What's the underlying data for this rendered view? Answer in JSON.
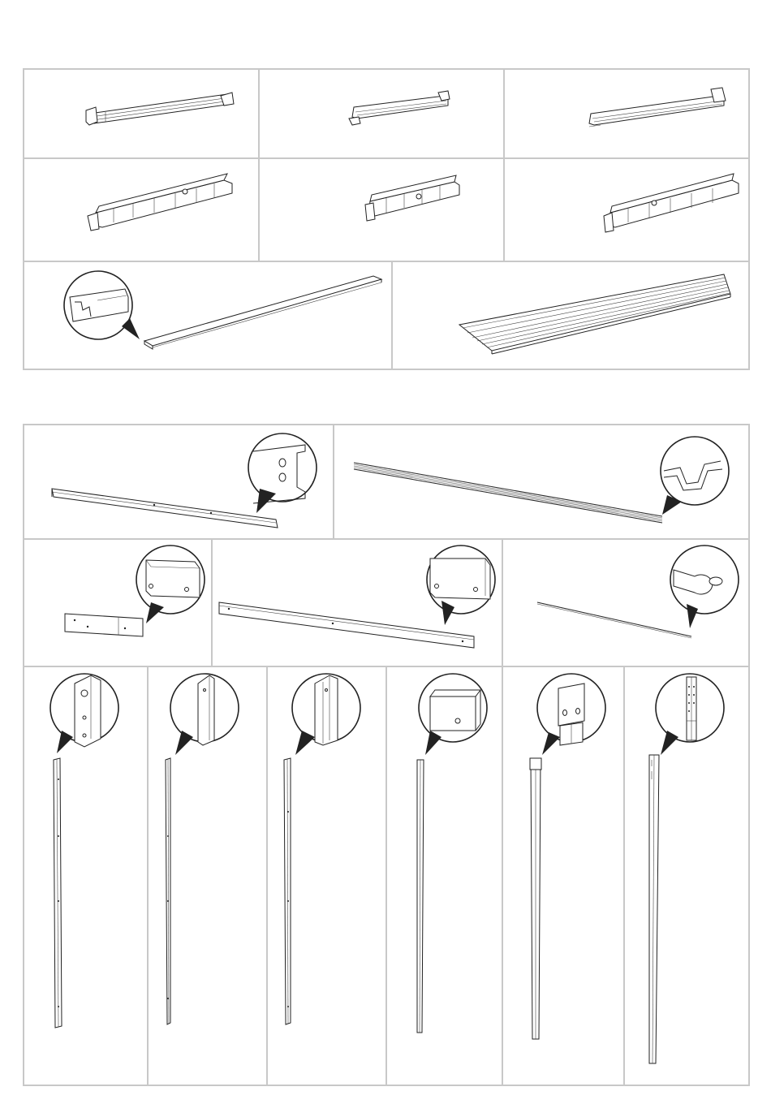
{
  "page": {
    "background": "#ffffff",
    "border_color": "#c8c8c8",
    "line_color": "#222222"
  },
  "top_panel": {
    "rows": [
      {
        "items": [
          {
            "part": "roof-gable-beam-a",
            "icon": "gable-beam-drawing"
          },
          {
            "part": "roof-gable-beam-b",
            "icon": "gable-beam-drawing"
          },
          {
            "part": "roof-gable-beam-c",
            "icon": "gable-beam-drawing"
          }
        ]
      },
      {
        "items": [
          {
            "part": "floor-base-frame-a",
            "icon": "base-frame-drawing"
          },
          {
            "part": "floor-base-frame-b",
            "icon": "base-frame-drawing"
          },
          {
            "part": "floor-base-frame-c",
            "icon": "base-frame-drawing"
          }
        ]
      },
      {
        "items": [
          {
            "part": "single-wall-panel-with-detail",
            "icon": "wall-panel-drawing"
          },
          {
            "part": "multi-wall-panel",
            "icon": "multi-panel-drawing"
          }
        ]
      }
    ]
  },
  "bottom_panel": {
    "rows": [
      {
        "items": [
          {
            "part": "steel-channel-beam",
            "icon": "channel-beam-drawing"
          },
          {
            "part": "roof-profile-rail",
            "icon": "profile-rail-drawing"
          }
        ]
      },
      {
        "items": [
          {
            "part": "short-connector-bracket",
            "icon": "bracket-drawing"
          },
          {
            "part": "long-connector-beam",
            "icon": "connector-beam-drawing"
          },
          {
            "part": "tension-rod",
            "icon": "rod-drawing"
          }
        ]
      },
      {
        "items": [
          {
            "part": "corner-post-a",
            "icon": "post-drawing"
          },
          {
            "part": "corner-post-b",
            "icon": "post-drawing"
          },
          {
            "part": "corner-post-c",
            "icon": "post-drawing"
          },
          {
            "part": "door-post",
            "icon": "post-drawing"
          },
          {
            "part": "plate-post",
            "icon": "post-drawing"
          },
          {
            "part": "perforated-post",
            "icon": "post-drawing"
          }
        ]
      }
    ]
  }
}
